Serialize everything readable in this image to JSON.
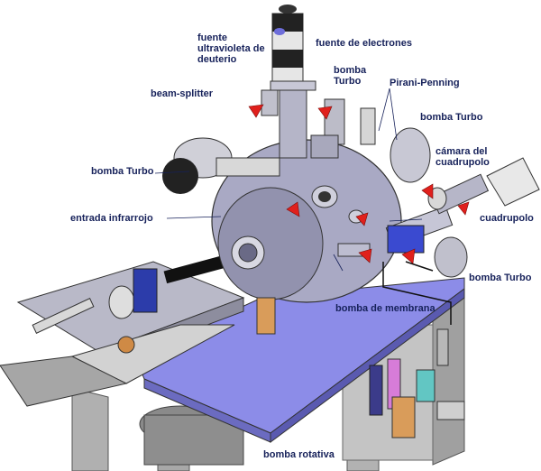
{
  "labels": {
    "fuente_uv": "fuente\nultravioleta de\ndeuterio",
    "fuente_electrones": "fuente de electrones",
    "bomba_turbo_top": "bomba\nTurbo",
    "pirani_penning": "Pirani-Penning",
    "beam_splitter": "beam-splitter",
    "bomba_turbo_right": "bomba Turbo",
    "camara_cuadrupolo": "cámara del\ncuadrupolo",
    "bomba_turbo_left": "bomba Turbo",
    "entrada_infrarrojo": "entrada infrarrojo",
    "cuadrupolo": "cuadrupolo",
    "bomba_turbo_lower": "bomba Turbo",
    "bomba_membrana": "bomba de membrana",
    "bomba_rotativa": "bomba rotativa"
  },
  "colors": {
    "label_text": "#16215a",
    "pointer_arrow": "#e0201c",
    "table_top": "#8c8ce8",
    "chamber": "#a9a9c4",
    "frame": "#b5b5b5"
  }
}
